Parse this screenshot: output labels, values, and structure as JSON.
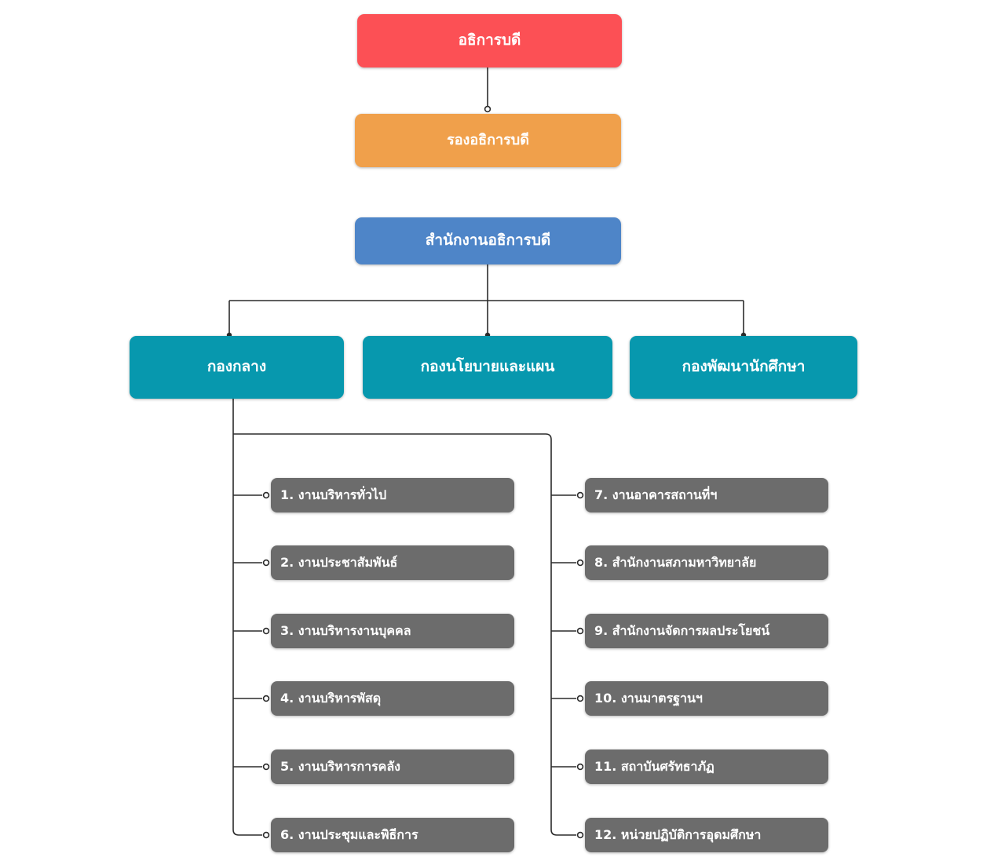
{
  "chart_data": {
    "type": "diagram",
    "subtype": "organization-chart",
    "title": "",
    "orientation": "top-down",
    "background": "#ffffff",
    "palette": {
      "rector": "#FC5055",
      "vice_rector": "#F0A04B",
      "office": "#4E85C8",
      "division": "#0798AE",
      "unit": "#6C6C6C",
      "edge": "#2B2B2B",
      "text": "#FFFFFF"
    },
    "levels": [
      {
        "level": 1,
        "label": "rector"
      },
      {
        "level": 2,
        "label": "vice-rector"
      },
      {
        "level": 3,
        "label": "office"
      },
      {
        "level": 4,
        "label": "divisions"
      },
      {
        "level": 5,
        "label": "units"
      }
    ],
    "edges": [
      {
        "from": "rector",
        "to": "vice_rector",
        "style": "straight",
        "endpoint": "open-circle"
      },
      {
        "from": "office",
        "to": "division-1",
        "style": "orthogonal",
        "endpoint": "filled-dot"
      },
      {
        "from": "office",
        "to": "division-2",
        "style": "straight",
        "endpoint": "filled-dot"
      },
      {
        "from": "office",
        "to": "division-3",
        "style": "orthogonal",
        "endpoint": "filled-dot"
      },
      {
        "from": "division-1",
        "to": "units-1-6",
        "style": "orthogonal-trunk-left",
        "endpoint": "open-circle"
      },
      {
        "from": "division-1",
        "to": "units-7-12",
        "style": "orthogonal-trunk-right",
        "endpoint": "open-circle"
      }
    ]
  },
  "nodes": {
    "rector": {
      "label": "อธิการบดี",
      "color": "#FC5055"
    },
    "vice_rector": {
      "label": "รองอธิการบดี",
      "color": "#F0A04B"
    },
    "office": {
      "label": "สำนักงานอธิการบดี",
      "color": "#4E85C8"
    }
  },
  "divisions": [
    {
      "label": "กองกลาง",
      "color": "#0798AE"
    },
    {
      "label": "กองนโยบายและแผน",
      "color": "#0798AE"
    },
    {
      "label": "กองพัฒนานักศึกษา",
      "color": "#0798AE"
    }
  ],
  "units_left": [
    {
      "label": "1. งานบริหารทั่วไป",
      "color": "#6C6C6C"
    },
    {
      "label": "2. งานประชาสัมพันธ์",
      "color": "#6C6C6C"
    },
    {
      "label": "3. งานบริหารงานบุคคล",
      "color": "#6C6C6C"
    },
    {
      "label": "4. งานบริหารพัสดุ",
      "color": "#6C6C6C"
    },
    {
      "label": "5. งานบริหารการคลัง",
      "color": "#6C6C6C"
    },
    {
      "label": "6. งานประชุมและพิธีการ",
      "color": "#6C6C6C"
    }
  ],
  "units_right": [
    {
      "label": "7. งานอาคารสถานที่ฯ",
      "color": "#6C6C6C"
    },
    {
      "label": "8. สำนักงานสภามหาวิทยาลัย",
      "color": "#6C6C6C"
    },
    {
      "label": "9. สำนักงานจัดการผลประโยชน์",
      "color": "#6C6C6C"
    },
    {
      "label": "10. งานมาตรฐานฯ",
      "color": "#6C6C6C"
    },
    {
      "label": "11. สถาบันศรัทธาภัฏ",
      "color": "#6C6C6C"
    },
    {
      "label": "12. หน่วยปฏิบัติการอุดมศึกษา",
      "color": "#6C6C6C"
    }
  ]
}
